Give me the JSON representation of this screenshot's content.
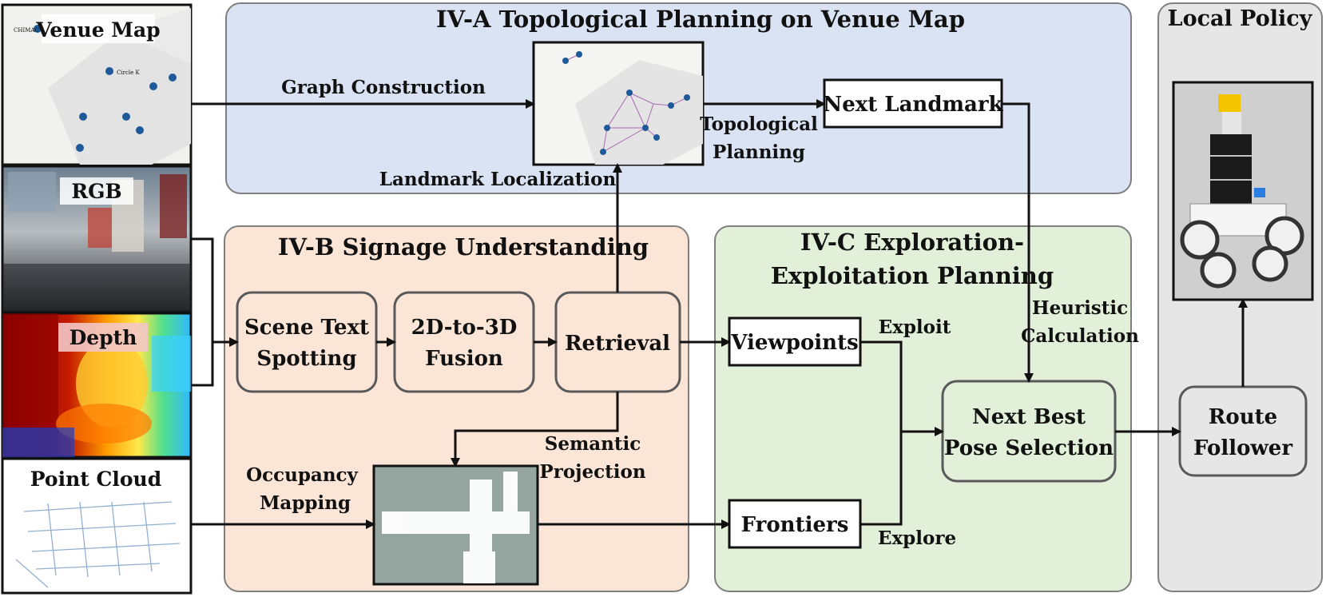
{
  "sections": {
    "topological": "IV-A Topological Planning on Venue Map",
    "signage": "IV-B Signage Understanding",
    "exploration_line1": "IV-C Exploration-",
    "exploration_line2": "Exploitation Planning",
    "local_policy": "Local Policy"
  },
  "inputs": {
    "venue_map": "Venue Map",
    "rgb": "RGB",
    "depth": "Depth",
    "point_cloud": "Point Cloud"
  },
  "boxes": {
    "scene_text_l1": "Scene Text",
    "scene_text_l2": "Spotting",
    "fusion_l1": "2D-to-3D",
    "fusion_l2": "Fusion",
    "retrieval": "Retrieval",
    "next_landmark": "Next Landmark",
    "viewpoints": "Viewpoints",
    "frontiers": "Frontiers",
    "nbp_l1": "Next Best",
    "nbp_l2": "Pose Selection",
    "route_l1": "Route",
    "route_l2": "Follower"
  },
  "edge_labels": {
    "graph_construction": "Graph Construction",
    "landmark_localization": "Landmark Localization",
    "topological_l1": "Topological",
    "topological_l2": "Planning",
    "heuristic_l1": "Heuristic",
    "heuristic_l2": "Calculation",
    "exploit": "Exploit",
    "explore": "Explore",
    "semantic_l1": "Semantic",
    "semantic_l2": "Projection",
    "occupancy_l1": "Occupancy",
    "occupancy_l2": "Mapping"
  },
  "map_pins": {
    "chimac": "CHIMAC",
    "circle_k": "Circle K"
  },
  "colors": {
    "topological_bg": "#dae3f3",
    "signage_bg": "#fbe5d6",
    "exploration_bg": "#e2efd9",
    "local_bg": "#e7e6e6",
    "module_fill": "#fbe5d6",
    "nbp_fill": "#e2efd9",
    "route_fill": "#e7e6e6",
    "pin": "#1e5a9a",
    "occupancy_bg": "#95a5a0"
  }
}
